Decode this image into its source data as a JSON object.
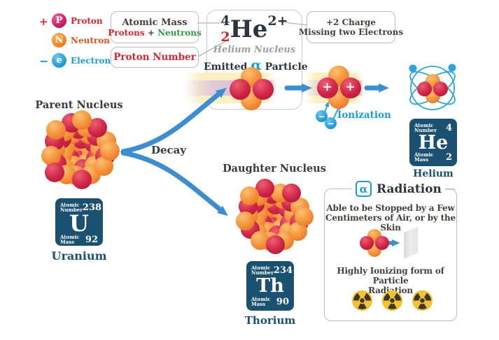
{
  "legend": {
    "items": [
      {
        "sign": "+",
        "symbol": "P",
        "label": "Proton"
      },
      {
        "sign": "",
        "symbol": "N",
        "label": "Neutron"
      },
      {
        "sign": "−",
        "symbol": "e",
        "label": "Electron"
      }
    ]
  },
  "callout_atomic_mass": {
    "line1": "Atomic Mass",
    "protons": "Protons",
    "plus": "+",
    "neutrons": "Neutrons"
  },
  "callout_proton_number": {
    "label": "Proton Number"
  },
  "callout_charge": {
    "line1": "+2 Charge",
    "line2": "Missing two Electrons"
  },
  "notation": {
    "mass_number": "4",
    "proton_number": "2",
    "symbol": "He",
    "charge": "2+",
    "nucleus_label": "Helium Nucleus",
    "emitted_prefix": "Emitted",
    "alpha": "α",
    "emitted_suffix": "Particle"
  },
  "decay": {
    "label": "Decay"
  },
  "ionization": {
    "label": "Ionization",
    "charge_symbol": "+",
    "electron_symbol": "−"
  },
  "parent": {
    "label": "Parent Nucleus",
    "name": "Uranium",
    "tile": {
      "top_label": "Atomic Number",
      "top_value": "238",
      "symbol": "U",
      "bottom_label": "Atomic Mass",
      "bottom_value": "92"
    }
  },
  "daughter": {
    "label": "Daughter Nucleus",
    "name": "Thorium",
    "tile": {
      "top_label": "Atomic Number",
      "top_value": "234",
      "symbol": "Th",
      "bottom_label": "Atomic Mass",
      "bottom_value": "90"
    }
  },
  "helium": {
    "name": "Helium",
    "tile": {
      "top_label": "Atomic Number",
      "top_value": "4",
      "symbol": "He",
      "bottom_label": "Atomic Mass",
      "bottom_value": "2"
    }
  },
  "radiation": {
    "alpha": "α",
    "title": "Radiation",
    "stopped_text": "Able to be Stopped by a Few\nCentimeters of Air, or by the Skin",
    "ionizing_text": "Highly Ionizing form of Particle\nRadiation"
  },
  "colors": {
    "proton_red": "#d6272e",
    "neutron_orange": "#e0511f",
    "electron_blue": "#1b9cd8",
    "green": "#2f9e41",
    "dark_text": "#3b3a36",
    "tile_bg": "#1b5170",
    "arrow_blue": "#3d8ed0",
    "sphere_red": "#d02648",
    "sphere_orange": "#f5913a",
    "trefoil_yellow": "#f2c233"
  }
}
